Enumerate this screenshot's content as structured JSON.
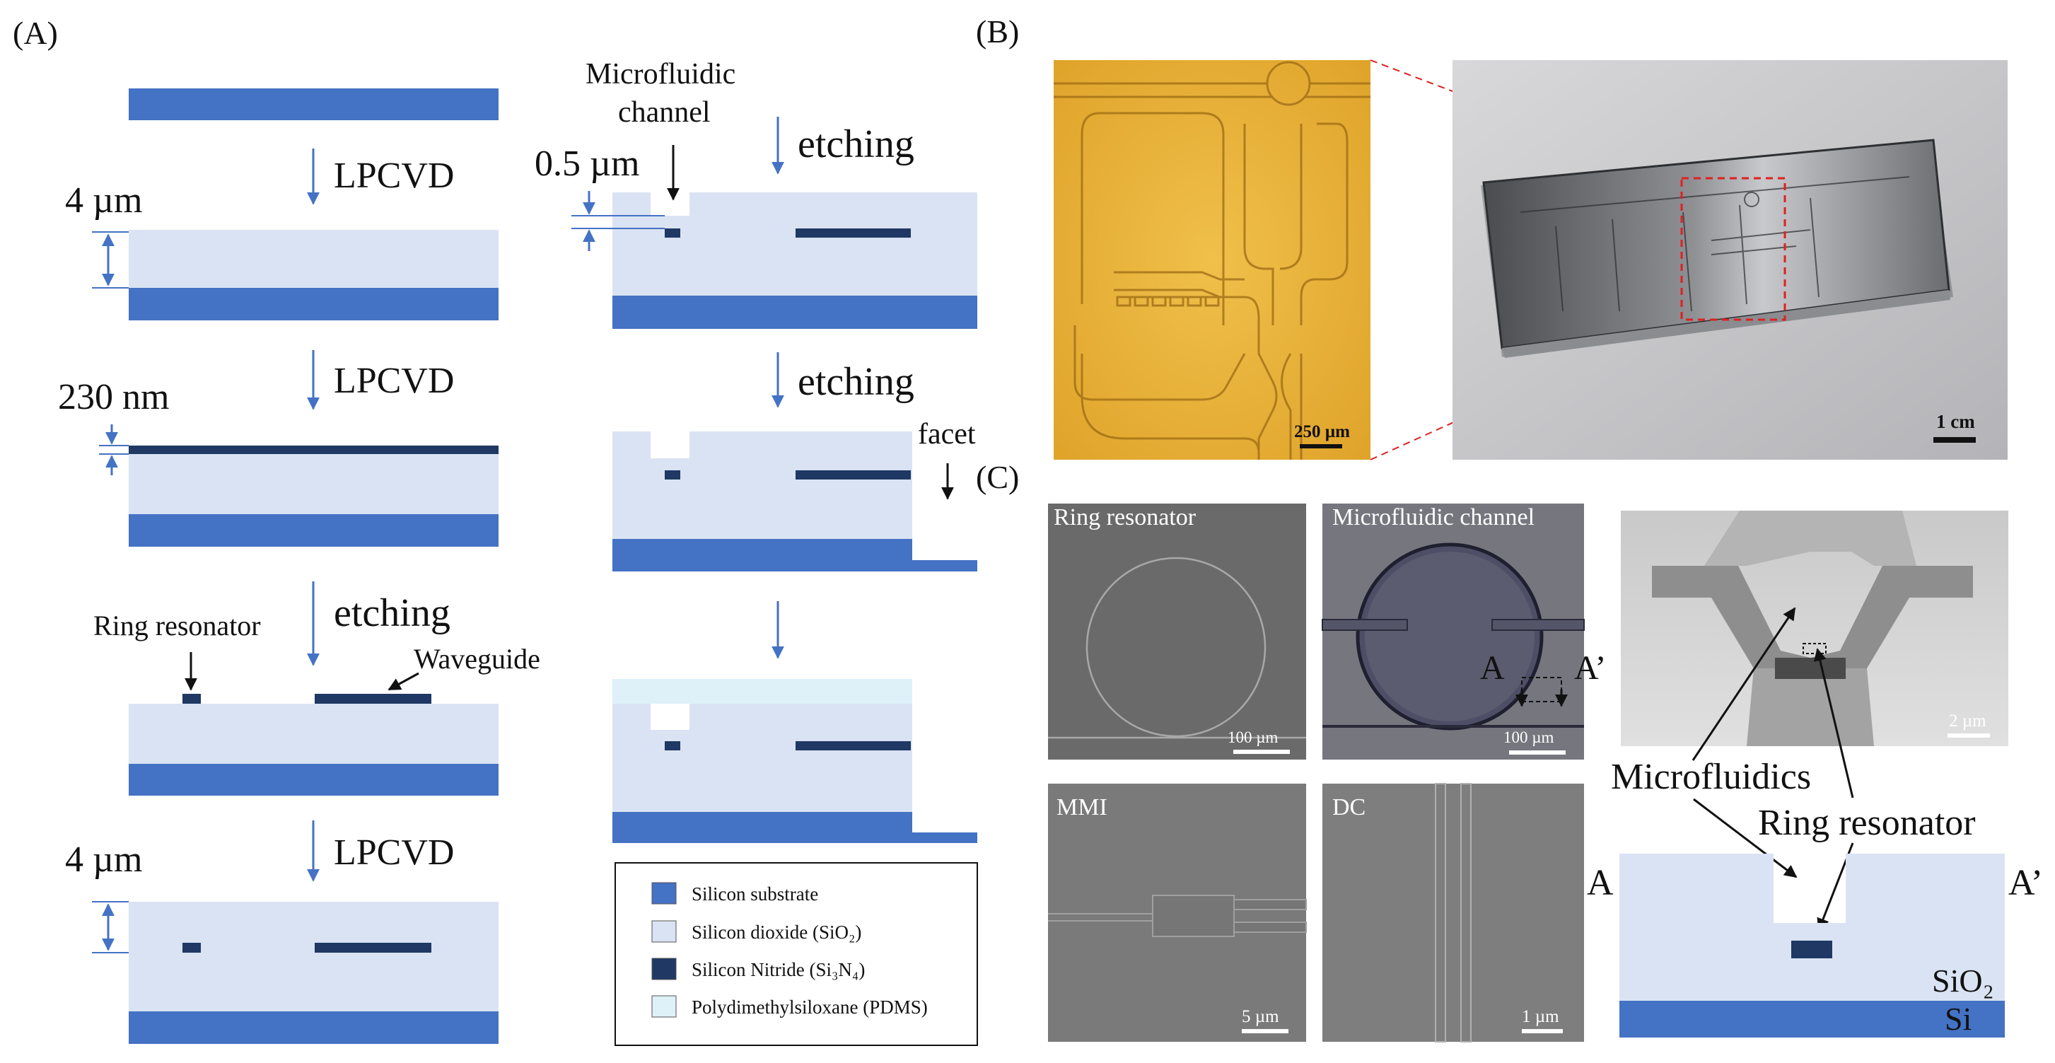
{
  "panels": {
    "a": "(A)",
    "b": "(B)",
    "c": "(C)"
  },
  "process_steps": {
    "lpcvd_1": "LPCVD",
    "lpcvd_2": "LPCVD",
    "etching_1": "etching",
    "lpcvd_3": "LPCVD",
    "etching_2": "etching",
    "etching_3": "etching"
  },
  "dimensions": {
    "oxide_1": "4 µm",
    "nitride": "230 nm",
    "oxide_2": "4 µm",
    "channel_gap": "0.5 µm"
  },
  "labels": {
    "ring_resonator": "Ring resonator",
    "waveguide": "Waveguide",
    "microfluidic_line1": "Microfluidic",
    "microfluidic_line2": "channel",
    "facet": "facet"
  },
  "legend": [
    {
      "label": "Silicon substrate",
      "color": "#4472c4"
    },
    {
      "label": "Silicon dioxide (SiO₂)",
      "color": "#dae3f3"
    },
    {
      "label": "Silicon Nitride (Si₃N₄)",
      "color": "#1f3864"
    },
    {
      "label": "Polydimethylsiloxane (PDMS)",
      "color": "#def1f9"
    }
  ],
  "photos": {
    "micro_scale": "250 µm",
    "chip_scale": "1 cm"
  },
  "sem": {
    "ring": {
      "title": "Ring resonator",
      "scale": "100 µm"
    },
    "channel": {
      "title": "Microfluidic channel",
      "scale": "100 µm",
      "a": "A",
      "a_prime": "A’"
    },
    "mmi": {
      "title": "MMI",
      "scale": "5 µm"
    },
    "dc": {
      "title": "DC",
      "scale": "1 µm"
    },
    "cross": {
      "scale": "2 µm"
    }
  },
  "cross_section": {
    "microfluidics": "Microfluidics",
    "ring_resonator": "Ring resonator",
    "a": "A",
    "a_prime": "A’",
    "sio2": "SiO₂",
    "si": "Si"
  },
  "colors": {
    "substrate": "#4472c4",
    "oxide": "#dae3f3",
    "nitride": "#1f3864",
    "pdms": "#def1f9",
    "arrow": "#4472c4",
    "highlight": "#e02020"
  }
}
